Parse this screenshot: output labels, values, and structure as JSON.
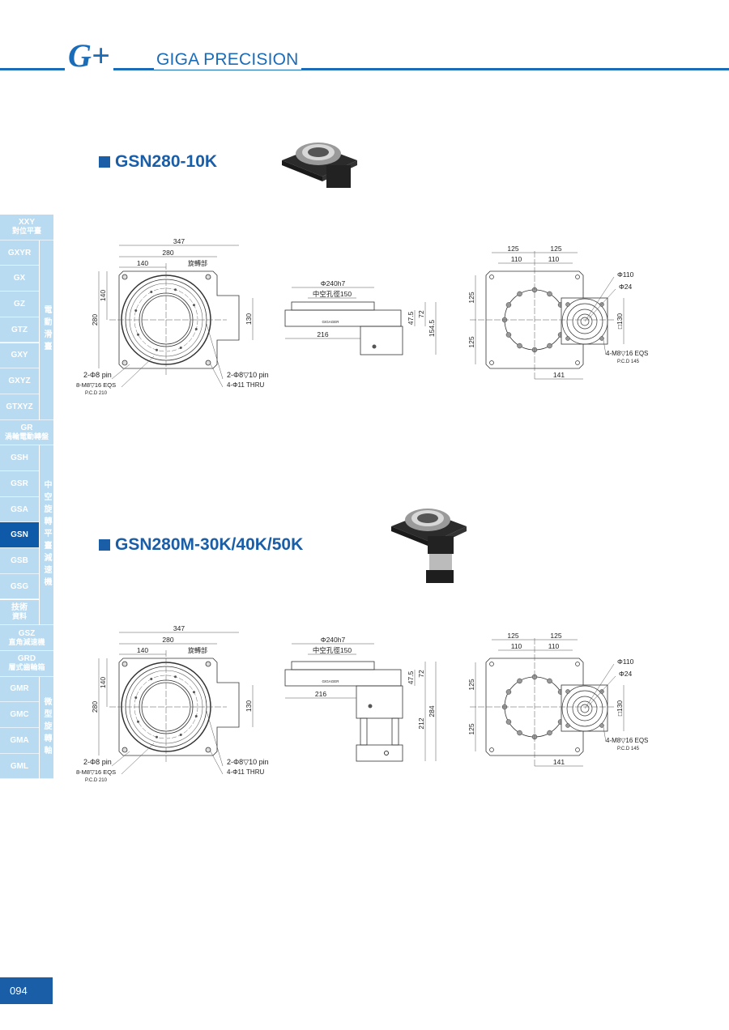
{
  "header": {
    "logo": "G+",
    "brand": "GIGA PRECISION"
  },
  "sidebar": {
    "items": [
      {
        "label": "XXY",
        "sub": "對位平臺"
      },
      {
        "label": "GXYR"
      },
      {
        "label": "GX"
      },
      {
        "label": "GZ"
      },
      {
        "label": "GTZ"
      },
      {
        "label": "GXY"
      },
      {
        "label": "GXYZ"
      },
      {
        "label": "GTXYZ"
      },
      {
        "label": "GR",
        "sub": "渦輪電動轉盤"
      },
      {
        "label": "GSH"
      },
      {
        "label": "GSR"
      },
      {
        "label": "GSA"
      },
      {
        "label": "GSN",
        "active": true
      },
      {
        "label": "GSB"
      },
      {
        "label": "GSG"
      },
      {
        "label": "技術",
        "sub": "資料"
      },
      {
        "label": "GSZ",
        "sub": "直角減速機"
      },
      {
        "label": "GRD",
        "sub": "層式齒輪箱"
      },
      {
        "label": "GMR"
      },
      {
        "label": "GMC"
      },
      {
        "label": "GMA"
      },
      {
        "label": "GML"
      }
    ],
    "groups": [
      "電動滑臺",
      "中空旋轉平臺減速機",
      "微型旋轉軸"
    ],
    "active_color": "#0f5aa8",
    "color": "#b9dbf1"
  },
  "sections": [
    {
      "title": "GSN280-10K",
      "top_view": {
        "w_total": "347",
        "w_plate": "280",
        "w_half": "140",
        "h_plate": "280",
        "h_half": "140",
        "tab": "130",
        "rotating": "旋轉部",
        "note_pin": "2-Φ8 pin",
        "note_tap": "8-M8▽16 EQS",
        "note_pcd": "P.C.D 210",
        "note_pin2": "2-Φ8▽10 pin",
        "note_thru": "4-Φ11 THRU"
      },
      "side_view": {
        "dia": "Φ240h7",
        "bore": "中空孔徑150",
        "len": "216",
        "h1": "47.5",
        "h2": "72",
        "h3": "154.5",
        "brand": "GIGAGER"
      },
      "motor_view": {
        "a": "125",
        "b": "125",
        "c": "110",
        "d": "110",
        "v1": "125",
        "v2": "125",
        "sq": "□130",
        "off": "141",
        "d1": "Φ110",
        "d2": "Φ24",
        "tap": "4-M8▽16 EQS",
        "pcd": "P.C.D 145"
      }
    },
    {
      "title": "GSN280M-30K/40K/50K",
      "top_view": {
        "w_total": "347",
        "w_plate": "280",
        "w_half": "140",
        "h_plate": "280",
        "h_half": "140",
        "tab": "130",
        "rotating": "旋轉部",
        "note_pin": "2-Φ8 pin",
        "note_tap": "8-M8▽16 EQS",
        "note_pcd": "P.C.D 210",
        "note_pin2": "2-Φ8▽10 pin",
        "note_thru": "4-Φ11 THRU"
      },
      "side_view": {
        "dia": "Φ240h7",
        "bore": "中空孔徑150",
        "len": "216",
        "h1": "47.5",
        "h2": "72",
        "h3": "212",
        "h4": "284",
        "brand": "GIGAGER"
      },
      "motor_view": {
        "a": "125",
        "b": "125",
        "c": "110",
        "d": "110",
        "v1": "125",
        "v2": "125",
        "sq": "□130",
        "off": "141",
        "d1": "Φ110",
        "d2": "Φ24",
        "tap": "4-M8▽16 EQS",
        "pcd": "P.C.D 145"
      }
    }
  ],
  "footer": {
    "page": "094"
  }
}
